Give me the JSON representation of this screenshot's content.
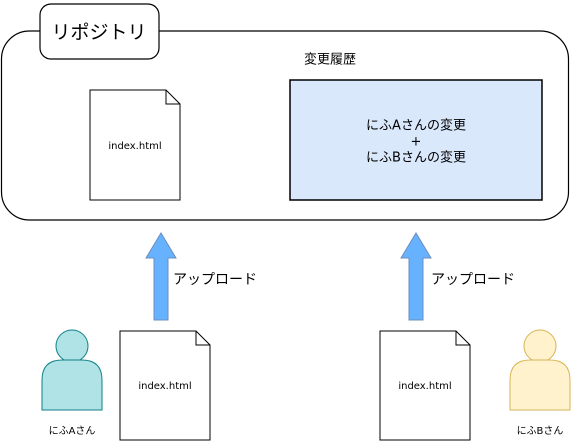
{
  "repository": {
    "label": "リポジトリ"
  },
  "history": {
    "title": "変更履歴",
    "lines": [
      "にふAさんの変更",
      "+",
      "にふBさんの変更"
    ]
  },
  "repo_file": {
    "name": "index.html"
  },
  "left_file": {
    "name": "index.html"
  },
  "right_file": {
    "name": "index.html"
  },
  "upload_left": {
    "label": "アップロード"
  },
  "upload_right": {
    "label": "アップロード"
  },
  "user_a": {
    "name": "にふAさん",
    "color": "#b0e3e6",
    "stroke": "#0e8088"
  },
  "user_b": {
    "name": "にふBさん",
    "color": "#fff2cc",
    "stroke": "#d6b656"
  },
  "colors": {
    "history_fill": "#dae8fc",
    "arrow_fill": "#66b2ff",
    "arrow_stroke": "#6c8ebf"
  }
}
